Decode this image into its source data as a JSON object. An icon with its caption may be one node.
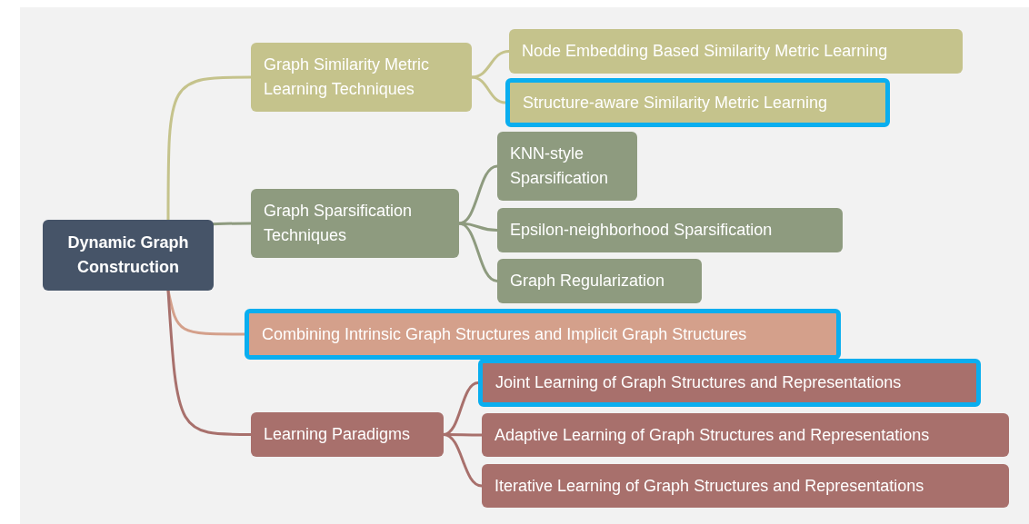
{
  "diagram": {
    "nodes": [
      {
        "text": [
          "Dynamic Graph Construction"
        ]
      },
      {
        "text": [
          "Graph Similarity Metric Learning Techniques"
        ]
      },
      {
        "text": [
          "Node Embedding Based Similarity Metric Learning"
        ]
      },
      {
        "text": [
          "Structure-aware Similarity Metric Learning"
        ]
      },
      {
        "text": [
          "Graph Sparsification Techniques"
        ]
      },
      {
        "text": [
          "KNN-style Sparsification"
        ]
      },
      {
        "text": [
          "Epsilon-neighborhood Sparsification"
        ]
      },
      {
        "text": [
          "Graph Regularization"
        ]
      },
      {
        "text": [
          "Combining Intrinsic Graph Structures and Implicit Graph Structures"
        ]
      },
      {
        "text": [
          "Learning Paradigms"
        ]
      },
      {
        "text": [
          "Joint Learning of Graph Structures and Representations"
        ]
      },
      {
        "text": [
          "Adaptive Learning of Graph Structures and Representations"
        ]
      },
      {
        "text": [
          "Iterative Learning of Graph Structures and Representations"
        ]
      }
    ],
    "edges": [
      {
        "from": 0,
        "to": 1,
        "arrow": "none",
        "color": "#c5c38c"
      },
      {
        "from": 1,
        "to": 2,
        "arrow": "none",
        "color": "#c5c38c"
      },
      {
        "from": 1,
        "to": 3,
        "arrow": "none",
        "color": "#c5c38c"
      },
      {
        "from": 0,
        "to": 4,
        "arrow": "none",
        "color": "#8e9b7f"
      },
      {
        "from": 4,
        "to": 5,
        "arrow": "none",
        "color": "#8e9b7f"
      },
      {
        "from": 4,
        "to": 6,
        "arrow": "none",
        "color": "#8e9b7f"
      },
      {
        "from": 4,
        "to": 7,
        "arrow": "none",
        "color": "#8e9b7f"
      },
      {
        "from": 0,
        "to": 8,
        "arrow": "none",
        "color": "#d4a08b"
      },
      {
        "from": 0,
        "to": 9,
        "arrow": "none",
        "color": "#a8706c"
      },
      {
        "from": 9,
        "to": 10,
        "arrow": "none",
        "color": "#a8706c"
      },
      {
        "from": 9,
        "to": 11,
        "arrow": "none",
        "color": "#a8706c"
      },
      {
        "from": 9,
        "to": 12,
        "arrow": "none",
        "color": "#a8706c"
      }
    ]
  }
}
